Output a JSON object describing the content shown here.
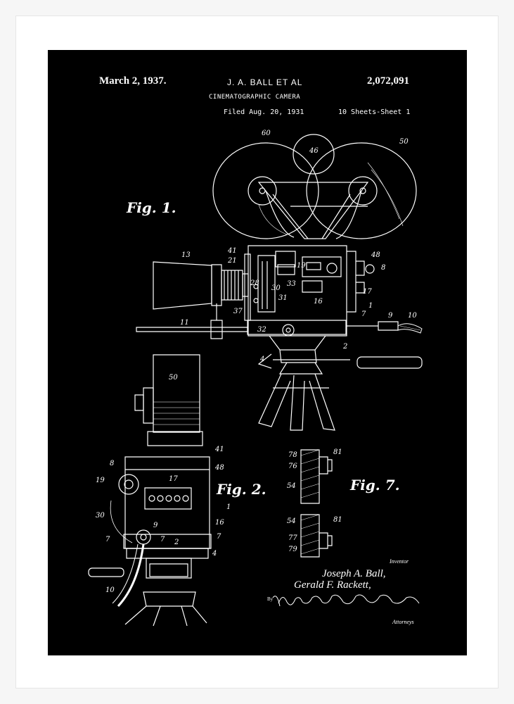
{
  "patent": {
    "date": "March 2, 1937.",
    "inventors_header": "J. A. BALL ET AL",
    "number": "2,072,091",
    "title": "CINEMATOGRAPHIC CAMERA",
    "filed": "Filed Aug. 20, 1931",
    "sheets": "10 Sheets-Sheet 1"
  },
  "figures": {
    "fig1": "Fig. 1.",
    "fig2": "Fig. 2.",
    "fig7": "Fig. 7."
  },
  "labels": {
    "l60": "60",
    "l46": "46",
    "l50": "50",
    "l13": "13",
    "l41": "41",
    "l21": "21",
    "l28": "28",
    "l19": "19",
    "l33": "33",
    "l30": "30",
    "l31": "31",
    "l16": "16",
    "l48": "48",
    "l8": "8",
    "l17": "17",
    "l1": "1",
    "l7": "7",
    "l9": "9",
    "l10": "10",
    "l11": "11",
    "l37": "37",
    "l32": "32",
    "l2": "2",
    "l4": "4",
    "f2_50": "50",
    "f2_41": "41",
    "f2_8": "8",
    "f2_48": "48",
    "f2_19": "19",
    "f2_17": "17",
    "f2_1": "1",
    "f2_30": "30",
    "f2_16": "16",
    "f2_9": "9",
    "f2_7a": "7",
    "f2_7b": "7",
    "f2_7c": "7",
    "f2_2": "2",
    "f2_4": "4",
    "f2_10": "10",
    "f7_78": "78",
    "f7_81a": "81",
    "f7_76": "76",
    "f7_54a": "54",
    "f7_54b": "54",
    "f7_81b": "81",
    "f7_77": "77",
    "f7_79": "79"
  },
  "signature": {
    "inventor_label": "Inventor",
    "name1": "Joseph A. Ball,",
    "name2": "Gerald F. Rackett,",
    "by": "By",
    "attorneys_label": "Attorneys"
  }
}
